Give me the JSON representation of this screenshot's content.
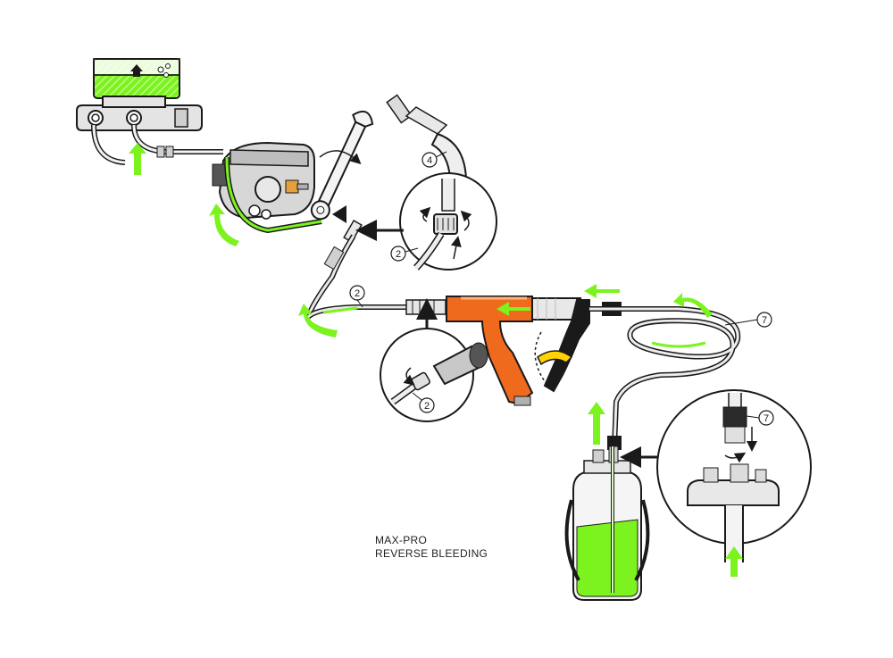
{
  "caption": {
    "line1": "MAX-PRO",
    "line2": "REVERSE BLEEDING"
  },
  "callouts": [
    {
      "id": "4",
      "label": "4"
    },
    {
      "id": "2a",
      "label": "2"
    },
    {
      "id": "2b",
      "label": "2"
    },
    {
      "id": "2c",
      "label": "2"
    },
    {
      "id": "7a",
      "label": "7"
    },
    {
      "id": "7b",
      "label": "7"
    }
  ],
  "colors": {
    "fluid": "#7cf21e",
    "gun": "#f06a1e",
    "outline": "#1a1a1a",
    "metal": "#d9d9d9",
    "hose": "#e9e9e9"
  },
  "icons": [
    "wrench-icon",
    "flow-arrow-icon",
    "rotation-arrow-icon"
  ]
}
